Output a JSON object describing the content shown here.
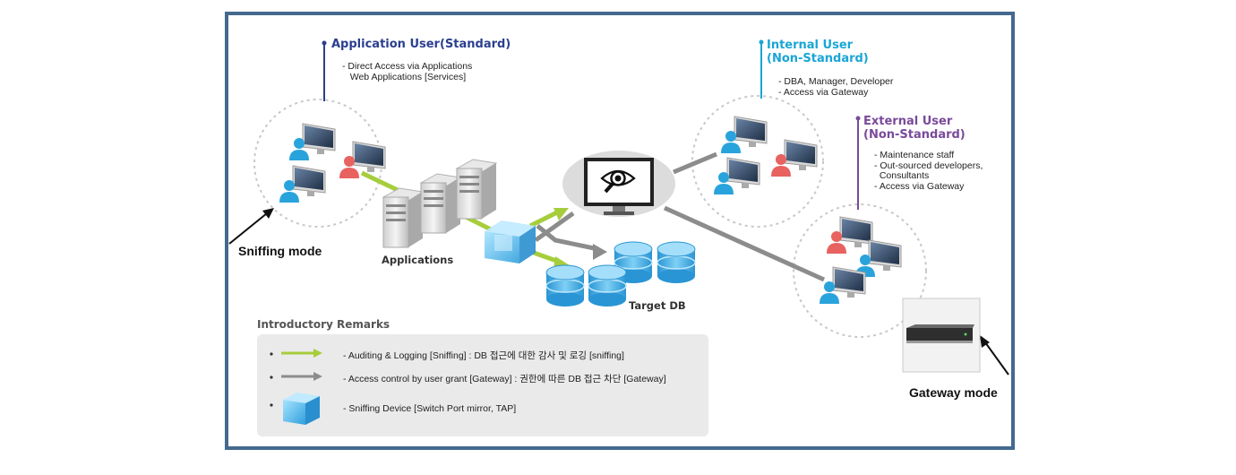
{
  "groups": {
    "application_user": {
      "title": "Application User(Standard)",
      "lines": [
        "- Direct Access via Applications",
        "   Web Applications [Services]"
      ]
    },
    "internal_user": {
      "title_lines": [
        "Internal User",
        "(Non-Standard)"
      ],
      "lines": [
        "- DBA, Manager, Developer",
        "- Access via Gateway"
      ]
    },
    "external_user": {
      "title_lines": [
        "External User",
        "(Non-Standard)"
      ],
      "lines": [
        "- Maintenance staff",
        "- Out-sourced developers,",
        "  Consultants",
        "- Access via Gateway"
      ]
    }
  },
  "modes": {
    "sniffing": "Sniffing mode",
    "gateway": "Gateway mode"
  },
  "labels": {
    "applications": "Applications",
    "target_db": "Target DB"
  },
  "legend": {
    "title": "Introductory Remarks",
    "items": [
      {
        "symbol": "green-arrow",
        "text": "- Auditing & Logging [Sniffing] : DB 접근에 대한 감사 및 로깅 [sniffing]"
      },
      {
        "symbol": "gray-arrow",
        "text": "- Access control by user grant [Gateway] : 권한에 따른 DB 접근 차단 [Gateway]"
      },
      {
        "symbol": "blue-cube",
        "text": "- Sniffing Device [Switch Port mirror, TAP]"
      }
    ]
  },
  "colors": {
    "frame": "#44698f",
    "application_user": "#2b3f8f",
    "internal_user": "#1aa5d6",
    "external_user": "#7a4a9a",
    "sniffing_arrow": "#a6cd3c",
    "gateway_arrow": "#8c8c8c",
    "user_blue": "#29a3dc",
    "user_red": "#e8625f",
    "db": "#35a9e0"
  }
}
